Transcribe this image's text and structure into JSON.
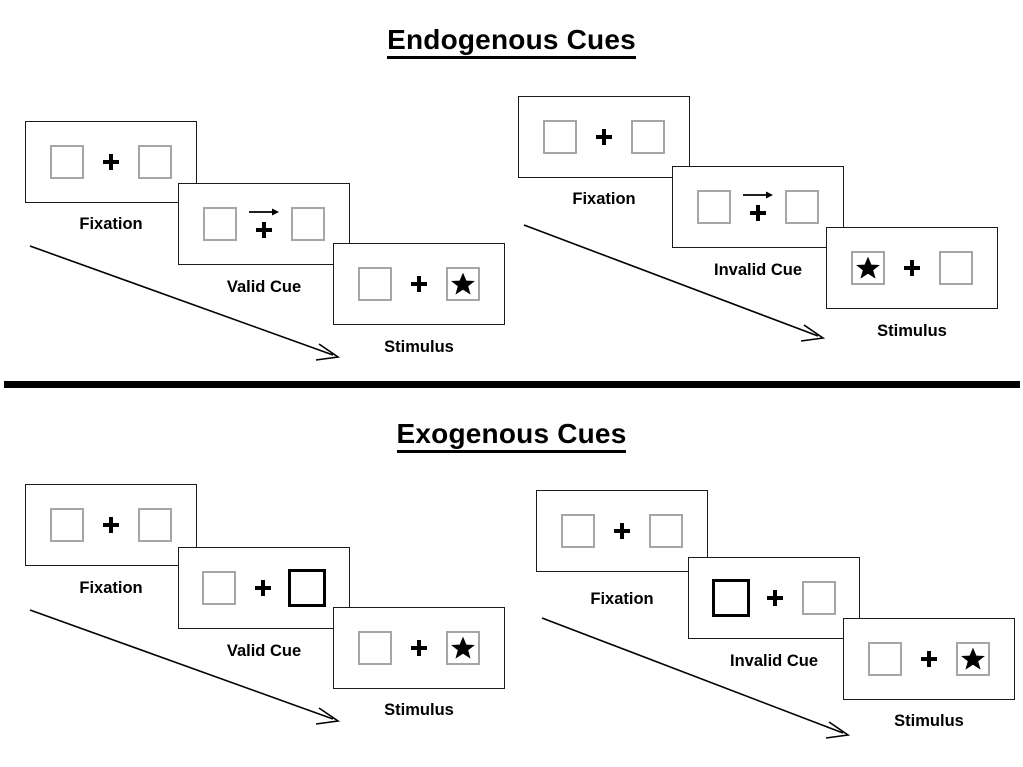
{
  "figure": {
    "title_endogenous": "Endogenous Cues",
    "title_exogenous": "Exogenous Cues",
    "labels": {
      "fixation": "Fixation",
      "valid_cue": "Valid Cue",
      "invalid_cue": "Invalid Cue",
      "stimulus": "Stimulus"
    },
    "colors": {
      "frame_border": "#1a1a1a",
      "box_border": "#a6a6a6",
      "cued_box_border": "#000000",
      "ink": "#000000",
      "background": "#ffffff"
    }
  },
  "sections": [
    {
      "id": "endogenous",
      "title": "Endogenous Cues",
      "cue_type": "central-arrow",
      "sequences": [
        {
          "id": "endogenous-valid",
          "condition": "valid",
          "condition_label": "Valid Cue",
          "panels": [
            {
              "label": "Fixation",
              "cue": "none",
              "arrow": "none",
              "target": "none"
            },
            {
              "label": "Valid Cue",
              "cue": "arrow",
              "arrow": "right",
              "target": "none"
            },
            {
              "label": "Stimulus",
              "cue": "none",
              "arrow": "none",
              "target": "right"
            }
          ]
        },
        {
          "id": "endogenous-invalid",
          "condition": "invalid",
          "condition_label": "Invalid Cue",
          "panels": [
            {
              "label": "Fixation",
              "cue": "none",
              "arrow": "none",
              "target": "none"
            },
            {
              "label": "Invalid Cue",
              "cue": "arrow",
              "arrow": "right",
              "target": "none"
            },
            {
              "label": "Stimulus",
              "cue": "none",
              "arrow": "none",
              "target": "left"
            }
          ]
        }
      ]
    },
    {
      "id": "exogenous",
      "title": "Exogenous Cues",
      "cue_type": "peripheral-box",
      "sequences": [
        {
          "id": "exogenous-valid",
          "condition": "valid",
          "condition_label": "Valid Cue",
          "panels": [
            {
              "label": "Fixation",
              "cue": "none",
              "arrow": "none",
              "target": "none"
            },
            {
              "label": "Valid Cue",
              "cue": "box-right",
              "arrow": "none",
              "target": "none"
            },
            {
              "label": "Stimulus",
              "cue": "none",
              "arrow": "none",
              "target": "right"
            }
          ]
        },
        {
          "id": "exogenous-invalid",
          "condition": "invalid",
          "condition_label": "Invalid Cue",
          "panels": [
            {
              "label": "Fixation",
              "cue": "none",
              "arrow": "none",
              "target": "none"
            },
            {
              "label": "Invalid Cue",
              "cue": "box-left",
              "arrow": "none",
              "target": "none"
            },
            {
              "label": "Stimulus",
              "cue": "none",
              "arrow": "none",
              "target": "right"
            }
          ]
        }
      ]
    }
  ],
  "icons": {
    "fixation_cross": "plus-icon",
    "target": "star-icon",
    "cue_direction": "arrow-right-icon",
    "flow": "diagonal-arrow-icon"
  }
}
